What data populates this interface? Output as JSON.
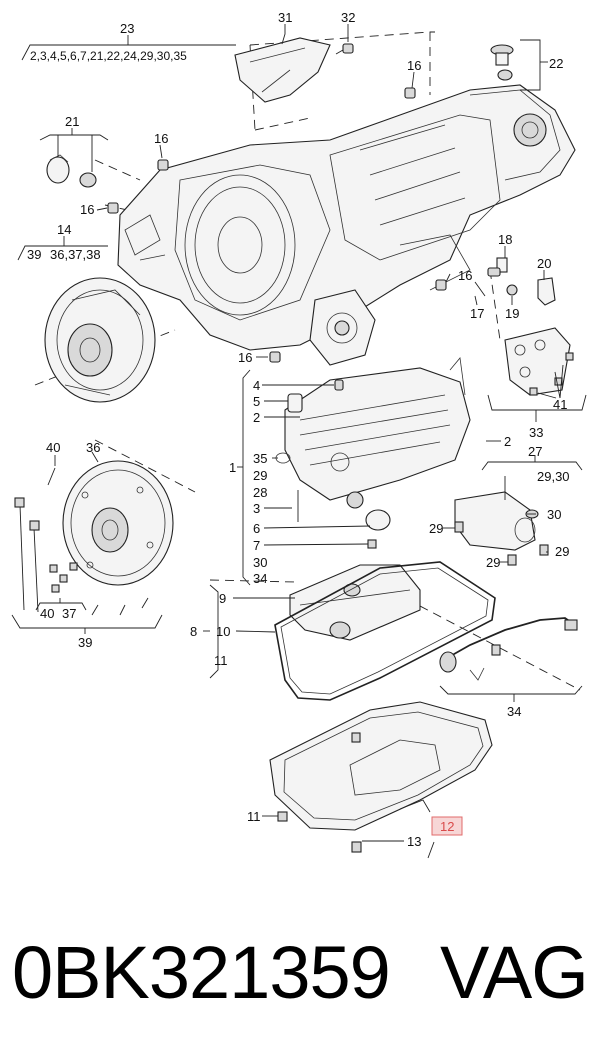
{
  "callouts": {
    "c23": "23",
    "c23_list": "2,3,4,5,6,7,21,22,24,29,30,35",
    "c31": "31",
    "c32": "32",
    "c16a": "16",
    "c22": "22",
    "c21": "21",
    "c16b": "16",
    "c16c": "16",
    "c14": "14",
    "c14_left": "39",
    "c14_right": "36,37,38",
    "c18": "18",
    "c20": "20",
    "c16d": "16",
    "c17": "17",
    "c19": "19",
    "c16e": "16",
    "c41": "41",
    "c33": "33",
    "c4": "4",
    "c5": "5",
    "c2a": "2",
    "c2b": "2",
    "c1": "1",
    "c35": "35",
    "c29a": "29",
    "c28": "28",
    "c3": "3",
    "c6": "6",
    "c7": "7",
    "c30a": "30",
    "c34a": "34",
    "c27": "27",
    "c29_30": "29,30",
    "c29b": "29",
    "c30b": "30",
    "c29c": "29",
    "c29d": "29",
    "c40a": "40",
    "c36": "36",
    "c40b": "40",
    "c37": "37",
    "c39": "39",
    "c9": "9",
    "c8": "8",
    "c10": "10",
    "c11a": "11",
    "c34b": "34",
    "c11b": "11",
    "c12": "12",
    "c13": "13"
  },
  "highlight_color": "#e06b6b",
  "footer": {
    "part_number": "0BK321359",
    "manufacturer": "VAG"
  }
}
